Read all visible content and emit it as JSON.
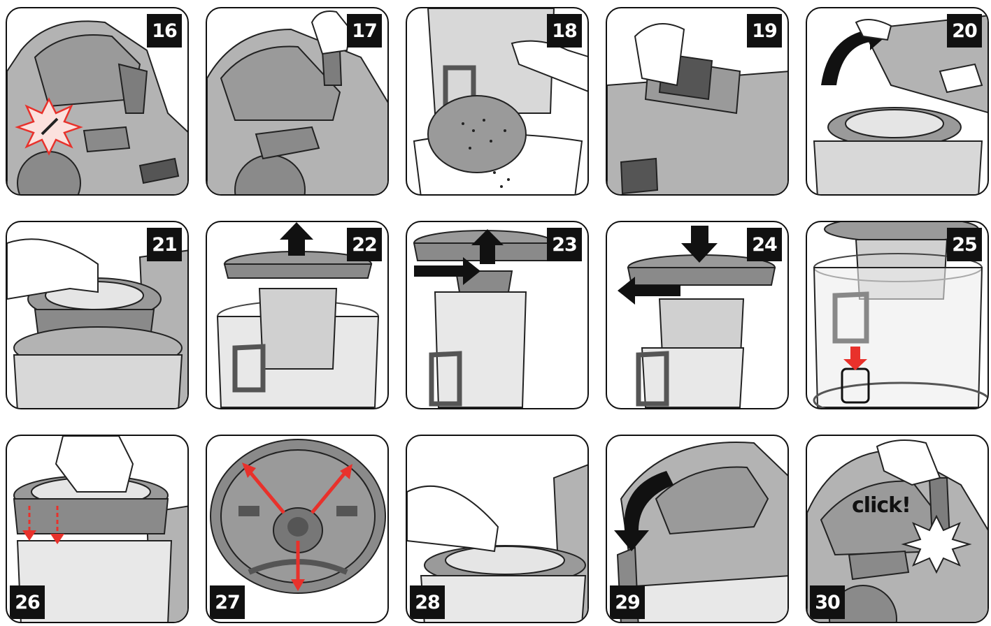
{
  "steps": [
    {
      "number": "16"
    },
    {
      "number": "17"
    },
    {
      "number": "18"
    },
    {
      "number": "19"
    },
    {
      "number": "20"
    },
    {
      "number": "21"
    },
    {
      "number": "22"
    },
    {
      "number": "23"
    },
    {
      "number": "24"
    },
    {
      "number": "25"
    },
    {
      "number": "26"
    },
    {
      "number": "27"
    },
    {
      "number": "28"
    },
    {
      "number": "29"
    },
    {
      "number": "30"
    }
  ],
  "labels": {
    "click": "click!"
  },
  "colors": {
    "body": "#9a9a9a",
    "light": "#c8c8c8",
    "dark": "#555555",
    "outline": "#222222",
    "accent": "#e8312b",
    "black_arrow": "#111111"
  },
  "icons": [
    "hand-icon",
    "arrow-up-icon",
    "arrow-down-icon",
    "arrow-left-icon",
    "arrow-right-icon",
    "curved-arrow-icon",
    "red-arrow-icon",
    "explosion-icon"
  ]
}
